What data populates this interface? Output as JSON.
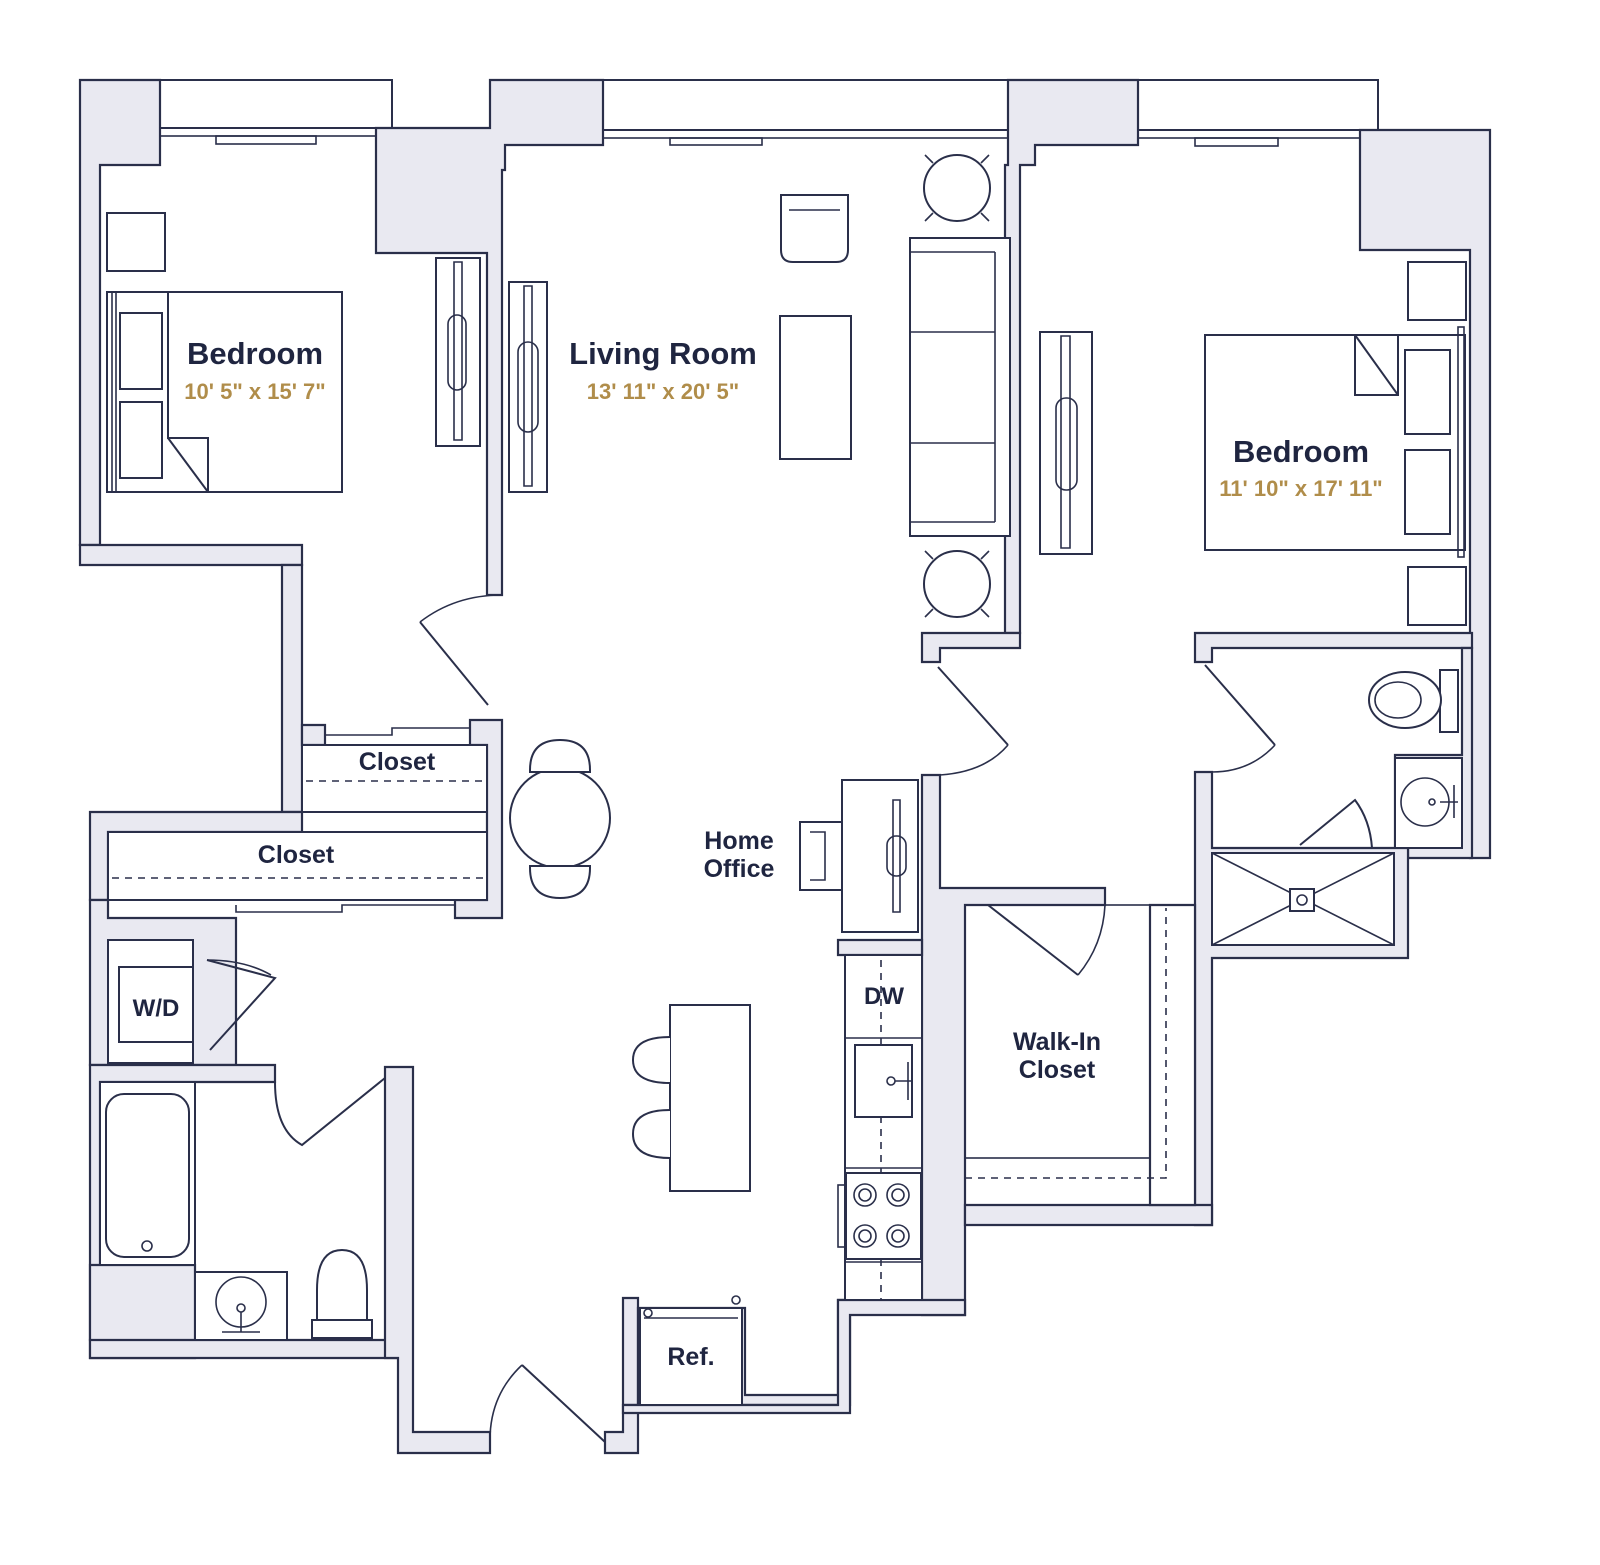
{
  "rooms": {
    "bedroom_left": {
      "name": "Bedroom",
      "dims": "10' 5\" x 15' 7\""
    },
    "living_room": {
      "name": "Living Room",
      "dims": "13' 11\" x 20' 5\""
    },
    "bedroom_right": {
      "name": "Bedroom",
      "dims": "11' 10\" x 17' 11\""
    }
  },
  "labels": {
    "closet_small": "Closet",
    "closet_large": "Closet",
    "home_office_line1": "Home",
    "home_office_line2": "Office",
    "washer_dryer": "W/D",
    "dishwasher": "DW",
    "walk_in_line1": "Walk-In",
    "walk_in_line2": "Closet",
    "refrigerator": "Ref."
  },
  "colors": {
    "wall_fill": "#e9e9f1",
    "line": "#2a2f4a",
    "room_name": "#1f2540",
    "room_dims": "#b08d4a"
  }
}
